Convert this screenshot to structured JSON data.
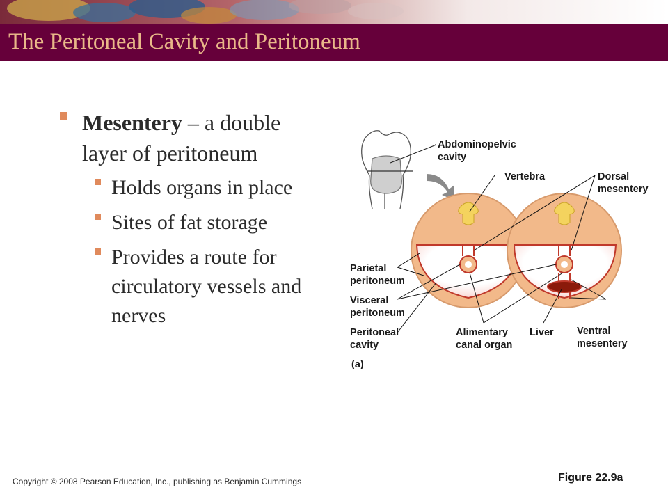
{
  "slide": {
    "title": "The Peritoneal Cavity and Peritoneum"
  },
  "bullets": {
    "main_term": "Mesentery",
    "main_rest_line1": " – a double",
    "main_line2": "layer of peritoneum",
    "sub_items": [
      "Holds organs in place",
      "Sites of fat storage",
      "Provides a route for",
      "circulatory vessels and",
      "nerves"
    ]
  },
  "figure": {
    "labels": {
      "abdominopelvic_1": "Abdominopelvic",
      "abdominopelvic_2": "cavity",
      "vertebra": "Vertebra",
      "dorsal_1": "Dorsal",
      "dorsal_2": "mesentery",
      "parietal_1": "Parietal",
      "parietal_2": "peritoneum",
      "visceral_1": "Visceral",
      "visceral_2": "peritoneum",
      "peritoneal_1": "Peritoneal",
      "peritoneal_2": "cavity",
      "alimentary_1": "Alimentary",
      "alimentary_2": "canal organ",
      "liver": "Liver",
      "ventral_1": "Ventral",
      "ventral_2": "mesentery",
      "panel": "(a)"
    },
    "colors": {
      "tissue": "#f2b98a",
      "membrane": "#c0392b",
      "vertebra": "#f4d35e",
      "liver": "#8b1a0a",
      "cavity": "#ffffff"
    }
  },
  "footer": {
    "copyright": "Copyright © 2008 Pearson Education, Inc., publishing as Benjamin Cummings",
    "figure_ref": "Figure 22.9a"
  },
  "theme": {
    "title_bar": "#66003a",
    "title_text": "#e9b889",
    "bullet": "#e08a5c"
  }
}
